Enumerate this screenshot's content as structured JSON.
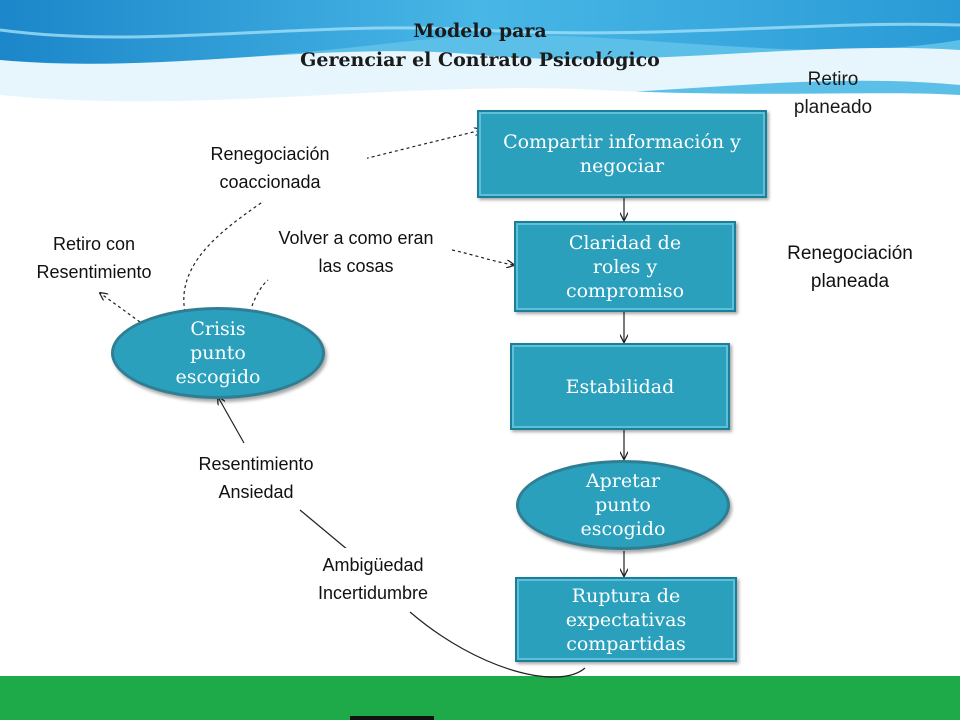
{
  "title": {
    "line1": "Modelo para",
    "line2": "Gerenciar el Contrato Psicológico"
  },
  "side_labels": {
    "retiro_planeado": "Retiro planeado",
    "renegociacion_planeada": "Renegociación planeada"
  },
  "boxes": {
    "compartir": "Compartir información y negociar",
    "claridad": "Claridad de roles y compromiso",
    "estabilidad": "Estabilidad",
    "apretar": "Apretar punto escogido",
    "ruptura": "Ruptura de expectativas compartidas",
    "crisis": "Crisis punto escogido"
  },
  "labels": {
    "renegociacion_coaccionada": "Renegociación coaccionada",
    "volver": "Volver a como eran las cosas",
    "retiro_resentimiento": "Retiro con Resentimiento",
    "resentimiento_ansiedad": "Resentimiento Ansiedad",
    "ambiguedad": "Ambigüedad Incertidumbre"
  },
  "colors": {
    "box_fill": "#2aa0bd",
    "header_blue": "#1f8fd0",
    "footer_green": "#1faa4a"
  }
}
